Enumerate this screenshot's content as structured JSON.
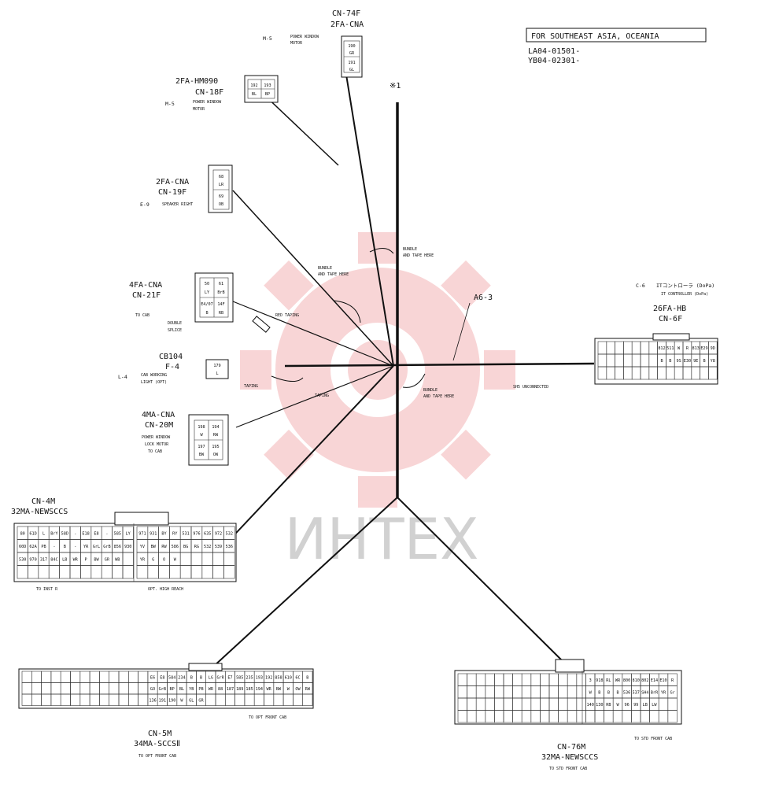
{
  "note": {
    "region": "FOR SOUTHEAST ASIA, OCEANIA",
    "serials": [
      "LA04-01501-",
      "YB04-02301-"
    ]
  },
  "branch_mark": "※1",
  "watermark": "ИНТЕХ",
  "labels": {
    "bundle1": [
      "BUNDLE",
      "AND TAPE HERE"
    ],
    "bundle2": [
      "BUNDLE",
      "AND TAPE HERE"
    ],
    "bundle3": [
      "BUNDLE",
      "AND TAPE HERE"
    ],
    "red_taping": "RED TAPING",
    "taping1": "TAPING",
    "taping2": "TAPING",
    "a63": "A6-3",
    "sh5": "SH5 UNCONNECTED"
  },
  "connectors": {
    "cn74f": {
      "lines": [
        "CN-74F",
        "2FA-CNA"
      ],
      "func": "M-5",
      "desc": [
        "POWER WINDOW",
        "MOTOR"
      ],
      "pins": [
        [
          "190",
          "GR"
        ],
        [
          "191",
          "GL"
        ]
      ]
    },
    "cn18f": {
      "lines": [
        "2FA-HM090",
        "CN-18F"
      ],
      "func": "M-5",
      "desc": [
        "POWER WINDOW",
        "MOTOR"
      ],
      "pins": [
        [
          "192",
          "BL"
        ],
        [
          "193",
          "BP"
        ]
      ]
    },
    "cn19f": {
      "lines": [
        "2FA-CNA",
        "CN-19F"
      ],
      "func": "E-9",
      "desc": [
        "SPEAKER RIGHT"
      ],
      "pins": [
        [
          "68",
          "LR"
        ],
        [
          "69",
          "OB"
        ]
      ]
    },
    "cn21f": {
      "lines": [
        "4FA-CNA",
        "CN-21F"
      ],
      "to": "TO CAB",
      "splice": [
        "DOUBLE",
        "SPLICE"
      ],
      "pins": [
        [
          "50",
          "LY"
        ],
        [
          "61",
          "BrB"
        ],
        [
          "E4/07",
          "B"
        ],
        [
          "14F",
          "RB"
        ]
      ]
    },
    "cb104": {
      "lines": [
        "CB104",
        "F-4"
      ],
      "func": "L-4",
      "desc": [
        "CAB WORKING",
        "LIGHT (OPT)"
      ],
      "pins": [
        [
          "179",
          "L"
        ]
      ]
    },
    "cn20m": {
      "lines": [
        "4MA-CNA",
        "CN-20M"
      ],
      "desc": [
        "POWER WINDOW",
        "LOCK MOTOR",
        "TO CAB"
      ],
      "pins": [
        [
          "198",
          "W"
        ],
        [
          "194",
          "RW"
        ],
        [
          "197",
          "BW"
        ],
        [
          "195",
          "OW"
        ]
      ]
    },
    "cn6f": {
      "func": "C-6",
      "title_jp": "ITコントローラ (DoPa)",
      "title_en": "IT CONTROLLER (DoPa)",
      "lines": [
        "26FA-HB",
        "CN-6F"
      ],
      "pins": [
        "812",
        "511",
        "W",
        "R",
        "813",
        "E29",
        "9D",
        "B",
        "B",
        "9S",
        "E30",
        "9E",
        "B",
        "Y8"
      ]
    },
    "cn4m": {
      "lines": [
        "CN-4M",
        "32MA-NEWSCCS"
      ],
      "left_note": "TO INST R",
      "right_note": "OPT. HIGH REACH",
      "pins_left": [
        "80",
        "61D",
        "L",
        "BrY",
        "58D",
        "-",
        "E18",
        "E8",
        "-",
        "585",
        "LY",
        "60D",
        "62A",
        "PB",
        "-",
        "B",
        "-",
        "YR",
        "GrL",
        "GrB",
        "856",
        "930",
        "530",
        "970",
        "317",
        "84C",
        "LB",
        "WR",
        "P",
        "BW",
        "GR",
        "WB"
      ],
      "pins_right": [
        "971",
        "931",
        "BY",
        "RY",
        "531",
        "976",
        "635",
        "972",
        "532",
        "YV",
        "BW",
        "RW",
        "586",
        "BG",
        "RG",
        "532",
        "539",
        "536",
        "YR",
        "G",
        "O",
        "W"
      ]
    },
    "cn5m": {
      "lines": [
        "CN-5M",
        "34MA-SCCSⅡ"
      ],
      "to": "TO OPT FRONT CAB",
      "pins": [
        "E6",
        "E8",
        "584",
        "234",
        "B",
        "B",
        "LG",
        "GrR",
        "E7",
        "585",
        "235",
        "193",
        "192",
        "858",
        "610",
        "6C",
        "B",
        "GO",
        "GrB",
        "BP",
        "BL",
        "YB",
        "PB",
        "WR",
        "88",
        "187",
        "189",
        "185",
        "194",
        "WR",
        "BW",
        "W",
        "OW",
        "RW",
        "136",
        "191",
        "190",
        "W",
        "GL",
        "GR"
      ]
    },
    "cn76m": {
      "lines": [
        "CN-76M",
        "32MA-NEWSCCS"
      ],
      "to": "TO STD FRONT CAB",
      "pins": [
        "3",
        "918",
        "RL",
        "WR",
        "800",
        "810",
        "802",
        "E14",
        "E10",
        "R",
        "W",
        "B",
        "B",
        "B",
        "536",
        "537",
        "SH4",
        "BrR",
        "YR",
        "Gr",
        "140",
        "130",
        "RB",
        "W",
        "96",
        "99",
        "LB",
        "LW"
      ]
    }
  }
}
